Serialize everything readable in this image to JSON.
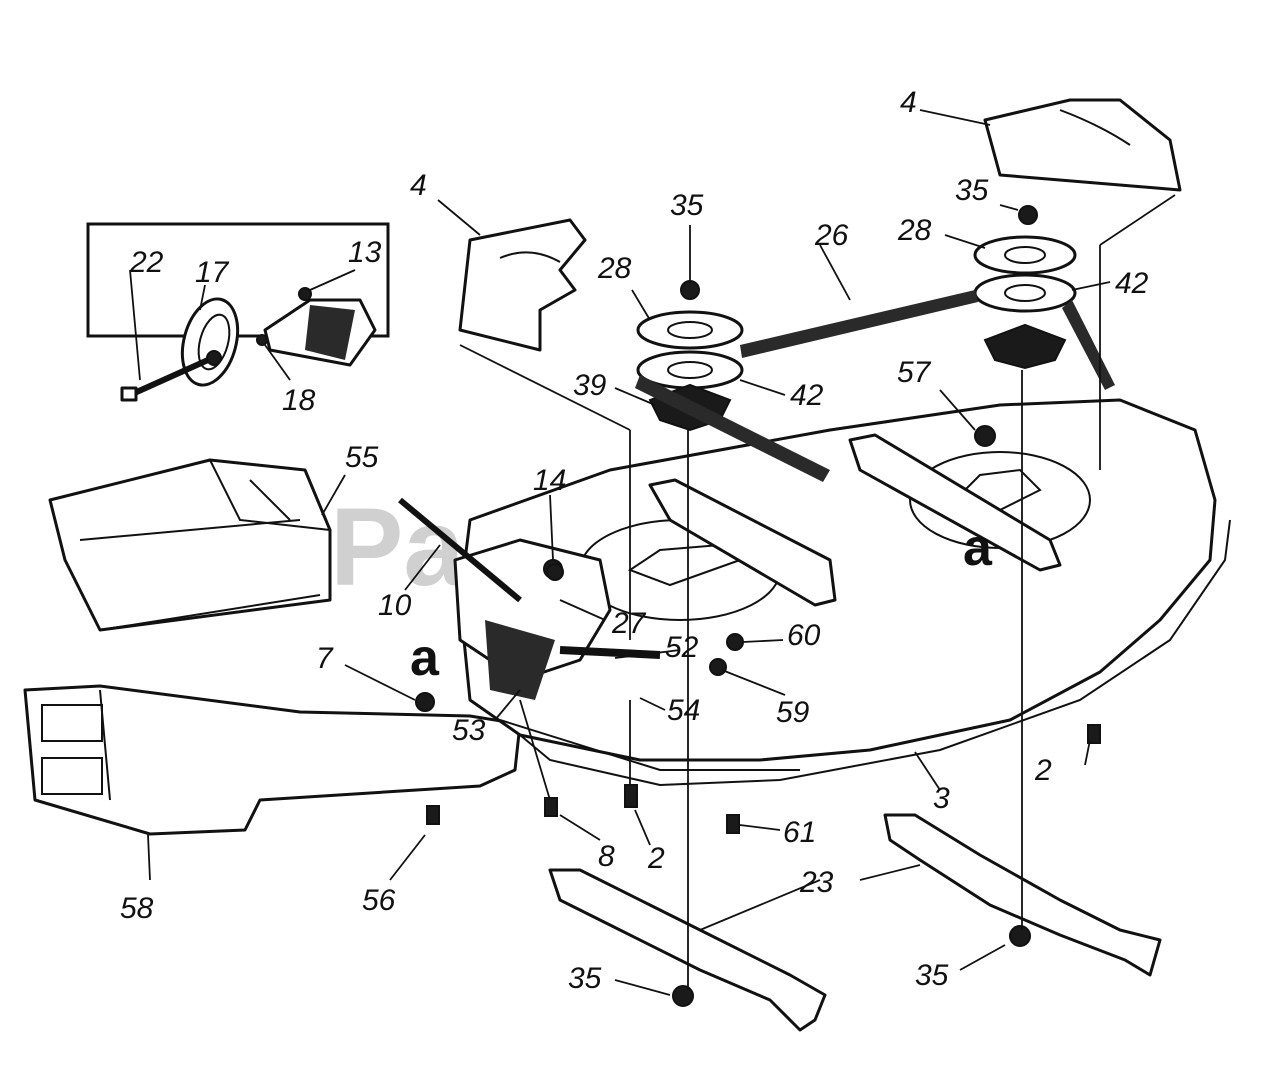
{
  "watermark": "PartsTree",
  "detail_inset": {
    "labels": [
      "22",
      "17",
      "13",
      "18"
    ]
  },
  "callouts": {
    "c4a": "4",
    "c4b": "4",
    "c35a": "35",
    "c35b": "35",
    "c35c": "35",
    "c35d": "35",
    "c26": "26",
    "c28a": "28",
    "c28b": "28",
    "c42a": "42",
    "c42b": "42",
    "c39": "39",
    "c57": "57",
    "c55": "55",
    "c14": "14",
    "c10": "10",
    "c27": "27",
    "c52": "52",
    "c60": "60",
    "c7": "7",
    "c53": "53",
    "c54": "54",
    "c59": "59",
    "c2a": "2",
    "c2b": "2",
    "c3": "3",
    "c61": "61",
    "c8": "8",
    "c23": "23",
    "c58": "58",
    "c56": "56"
  },
  "reference_marks": {
    "ra": "a",
    "rb": "a"
  }
}
